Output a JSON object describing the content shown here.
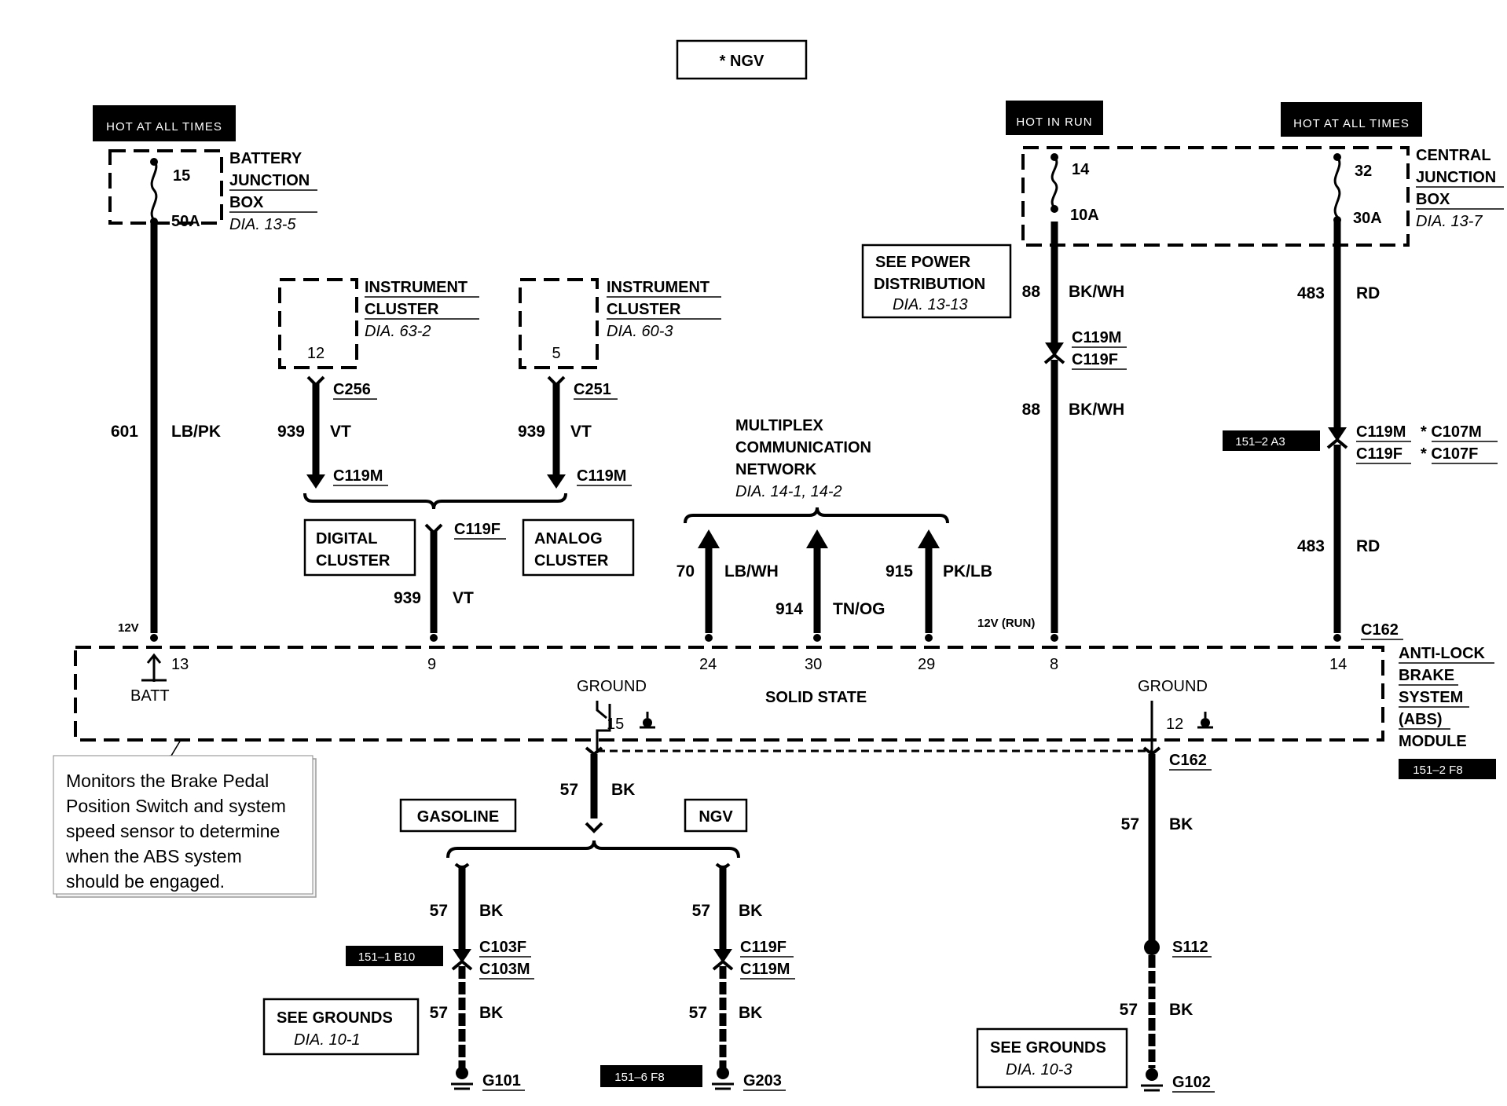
{
  "top_box": "* NGV",
  "hot_labels": {
    "left": "HOT AT ALL TIMES",
    "run": "HOT IN RUN",
    "right": "HOT AT ALL TIMES"
  },
  "battery_junction_box": {
    "line1": "BATTERY",
    "line2": "JUNCTION",
    "line3": "BOX",
    "ref": "DIA. 13-5",
    "fuse_num": "15",
    "fuse_amp": "50A"
  },
  "central_junction_box": {
    "line1": "CENTRAL",
    "line2": "JUNCTION",
    "line3": "BOX",
    "ref": "DIA. 13-7",
    "fuse1_num": "14",
    "fuse1_amp": "10A",
    "fuse2_num": "32",
    "fuse2_amp": "30A"
  },
  "instrument_cluster_1": {
    "line1": "INSTRUMENT",
    "line2": "CLUSTER",
    "ref": "DIA. 63-2",
    "pin": "12",
    "connector": "C256"
  },
  "instrument_cluster_2": {
    "line1": "INSTRUMENT",
    "line2": "CLUSTER",
    "ref": "DIA. 60-3",
    "pin": "5",
    "connector": "C251"
  },
  "see_power": {
    "line1": "SEE POWER",
    "line2": "DISTRIBUTION",
    "ref": "DIA. 13-13"
  },
  "multiplex": {
    "line1": "MULTIPLEX",
    "line2": "COMMUNICATION",
    "line3": "NETWORK",
    "ref": "DIA. 14-1, 14-2"
  },
  "digital_cluster": {
    "line1": "DIGITAL",
    "line2": "CLUSTER"
  },
  "analog_cluster": {
    "line1": "ANALOG",
    "line2": "CLUSTER"
  },
  "wires": {
    "w601": {
      "circuit": "601",
      "color": "LB/PK"
    },
    "w939a": {
      "circuit": "939",
      "color": "VT",
      "connector": "C119M"
    },
    "w939b": {
      "circuit": "939",
      "color": "VT",
      "connector": "C119M"
    },
    "w939c": {
      "circuit": "939",
      "color": "VT",
      "connector": "C119F"
    },
    "w70": {
      "circuit": "70",
      "color": "LB/WH"
    },
    "w914": {
      "circuit": "914",
      "color": "TN/OG"
    },
    "w915": {
      "circuit": "915",
      "color": "PK/LB"
    },
    "w88a": {
      "circuit": "88",
      "color": "BK/WH"
    },
    "w88b": {
      "circuit": "88",
      "color": "BK/WH"
    },
    "w483a": {
      "circuit": "483",
      "color": "RD"
    },
    "w483b": {
      "circuit": "483",
      "color": "RD"
    },
    "w57a": {
      "circuit": "57",
      "color": "BK"
    },
    "w57b": {
      "circuit": "57",
      "color": "BK"
    },
    "w57c": {
      "circuit": "57",
      "color": "BK"
    },
    "w57d": {
      "circuit": "57",
      "color": "BK"
    },
    "w57e": {
      "circuit": "57",
      "color": "BK"
    },
    "w57f": {
      "circuit": "57",
      "color": "BK"
    },
    "w57g": {
      "circuit": "57",
      "color": "BK"
    }
  },
  "connectors": {
    "c119m_88": "C119M",
    "c119f_88": "C119F",
    "c119m_483": "C119M",
    "c119f_483": "C119F",
    "c107m": "* C107M",
    "c107f": "* C107F",
    "c162_top": "C162",
    "c162_bottom": "C162",
    "c103f": "C103F",
    "c103m": "C103M",
    "c119f_ngv": "C119F",
    "c119m_ngv": "C119M",
    "s112": "S112",
    "g101": "G101",
    "g203": "G203",
    "g102": "G102"
  },
  "module": {
    "line1": "ANTI-LOCK",
    "line2": "BRAKE",
    "line3": "SYSTEM",
    "line4": "(ABS)",
    "line5": "MODULE",
    "solid_state": "SOLID STATE",
    "batt": "BATT",
    "v12": "12V",
    "v12run": "12V (RUN)",
    "pins": {
      "p13": "13",
      "p9": "9",
      "p24": "24",
      "p30": "30",
      "p29": "29",
      "p8": "8",
      "p14": "14",
      "p15": "15",
      "p12": "12"
    },
    "ground1": "GROUND",
    "ground2": "GROUND"
  },
  "refs": {
    "r151_2a3": "151–2 A3",
    "r151_2f8": "151–2 F8",
    "r151_1b10": "151–1 B10",
    "r151_6f8": "151–6 F8"
  },
  "gasoline": "GASOLINE",
  "ngv": "NGV",
  "see_grounds_1": {
    "line1": "SEE GROUNDS",
    "ref": "DIA. 10-1"
  },
  "see_grounds_2": {
    "line1": "SEE GROUNDS",
    "ref": "DIA. 10-3"
  },
  "note": {
    "l1": "Monitors the Brake Pedal",
    "l2": "Position Switch and system",
    "l3": "speed sensor to determine",
    "l4": "when the ABS system",
    "l5": "should be engaged."
  }
}
